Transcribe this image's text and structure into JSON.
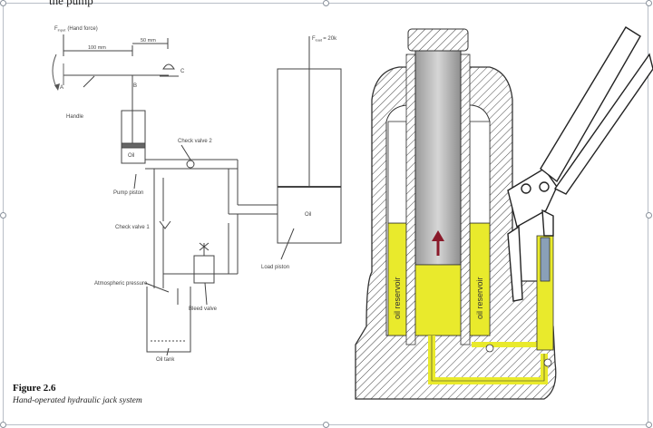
{
  "page": {
    "top_text": "the pump"
  },
  "schematic": {
    "f_input": "F",
    "f_input_sub": "input",
    "f_input_note": "(Hand force)",
    "dim_100": "100 mm",
    "dim_50": "50 mm",
    "point_a": "A",
    "point_b": "B",
    "point_c": "C",
    "handle": "Handle",
    "oil_pump": "Oil",
    "pump_piston": "Pump piston",
    "check_valve_2": "Check valve 2",
    "check_valve_1": "Check valve 1",
    "f_load": "F",
    "f_load_sub": "load",
    "f_load_value": "= 20k",
    "oil_load": "Oil",
    "load_piston": "Load piston",
    "atmospheric_pressure": "Atmospheric pressure",
    "bleed_valve": "Bleed valve",
    "oil_tank": "Oil tank"
  },
  "figure": {
    "label": "Figure 2.6",
    "caption": "Hand-operated hydraulic jack system"
  },
  "jack": {
    "reservoir_left": "oil reservoir",
    "reservoir_right": "oil reservoir"
  },
  "colors": {
    "oil_yellow": "#e9ea2c",
    "ram_grey": "#b9b9b9",
    "arrow_red": "#8a1a2a",
    "line_dark": "#2a2a2a"
  }
}
